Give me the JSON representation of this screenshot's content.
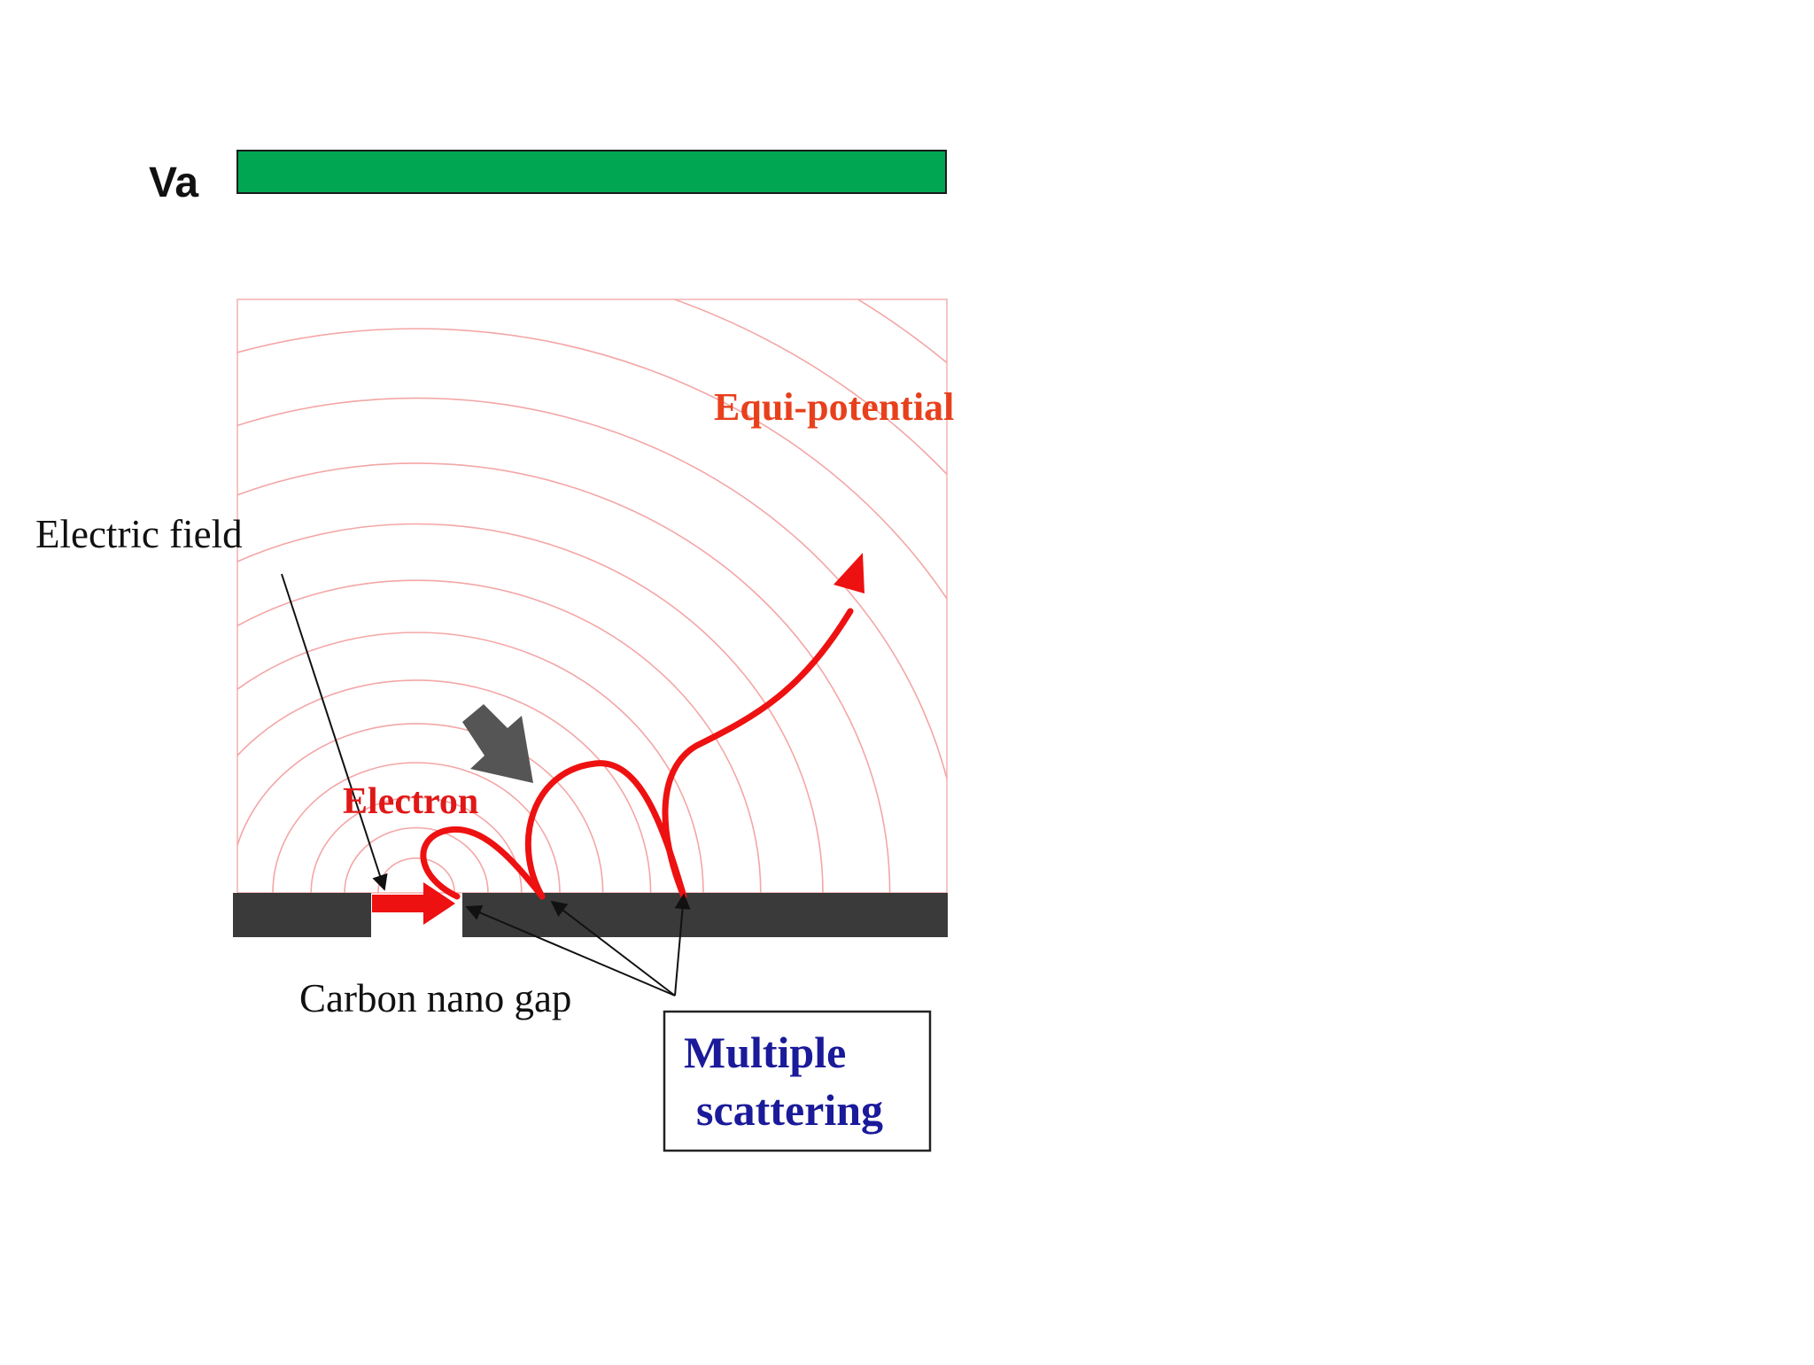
{
  "labels": {
    "anode_voltage": "Va",
    "equipotential": "Equi-potential",
    "electric_field": "Electric field",
    "electron": "Electron",
    "carbon_nano_gap": "Carbon nano gap",
    "multiple_scattering_line1": "Multiple",
    "multiple_scattering_line2": "scattering"
  },
  "colors": {
    "anode": "#00a651",
    "field_lines": "#f4a6a6",
    "electron_path": "#ee1111",
    "cathode": "#3a3a3a",
    "field_arrow": "#555555",
    "label_red": "#e8401c",
    "label_blue": "#1a1a9a",
    "label_black": "#111111"
  }
}
